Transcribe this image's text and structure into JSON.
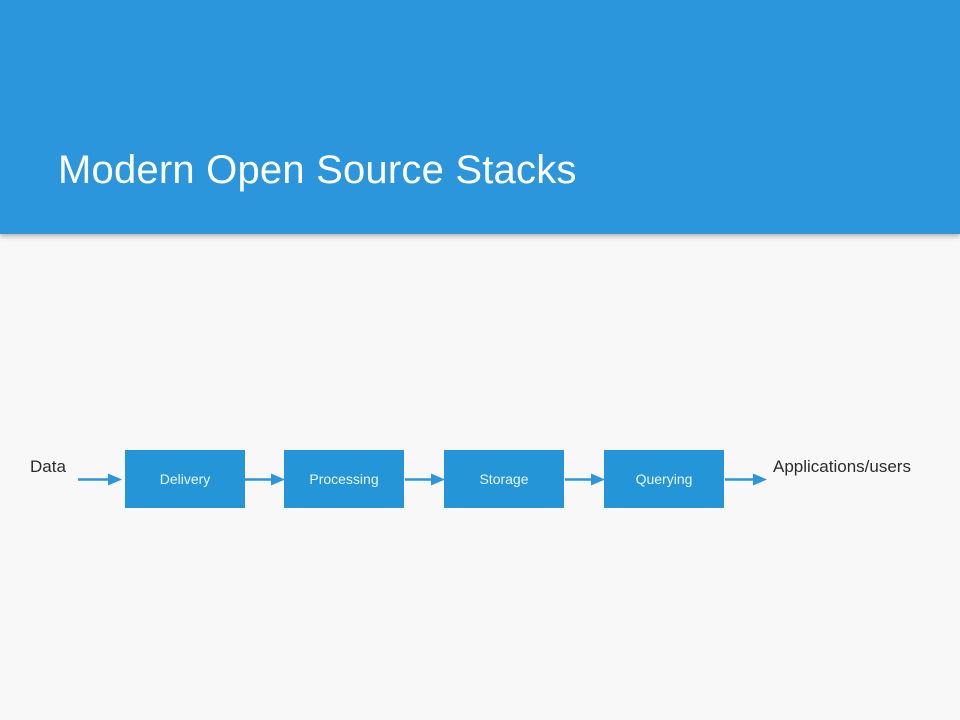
{
  "slide": {
    "background_color": "#f8f8f8",
    "header": {
      "background_color": "#2b96db",
      "title": "Modern Open Source Stacks",
      "title_color": "#ffffff"
    }
  },
  "diagram": {
    "type": "flow",
    "orientation": "left-to-right",
    "accent_color": "#2496d8",
    "box_text_color": "#eaf6fd",
    "label_text_color": "#2b2b2b",
    "input_label": "Data",
    "output_label": "Applications/users",
    "stages": [
      {
        "label": "Delivery"
      },
      {
        "label": "Processing"
      },
      {
        "label": "Storage"
      },
      {
        "label": "Querying"
      }
    ],
    "connectors": [
      {
        "from": "Data",
        "to": "Delivery"
      },
      {
        "from": "Delivery",
        "to": "Processing"
      },
      {
        "from": "Processing",
        "to": "Storage"
      },
      {
        "from": "Storage",
        "to": "Querying"
      },
      {
        "from": "Querying",
        "to": "Applications/users"
      }
    ]
  }
}
